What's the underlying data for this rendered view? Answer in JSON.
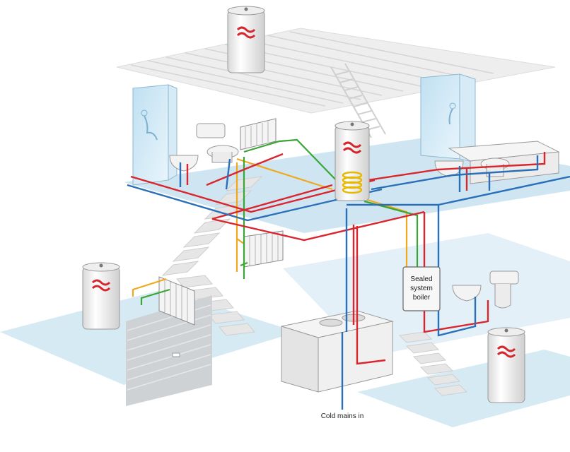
{
  "labels": {
    "boiler": [
      "Sealed",
      "system",
      "boiler"
    ],
    "cold_mains": "Cold mains in"
  },
  "colors": {
    "hot_water": "#d9262e",
    "cold_water": "#2a6fb8",
    "heating_flow": "#f0a81c",
    "heating_return": "#3aa635",
    "floor": "#cfe6f2",
    "cylinder_logo": "#d6262d"
  },
  "icons": {
    "cylinder": "unvented-cylinder-icon",
    "boiler": "boiler-icon",
    "radiator": "radiator-icon",
    "shower": "shower-icon",
    "basin": "basin-icon",
    "toilet": "toilet-icon",
    "bath": "bath-icon",
    "sink": "kitchen-sink-icon"
  }
}
